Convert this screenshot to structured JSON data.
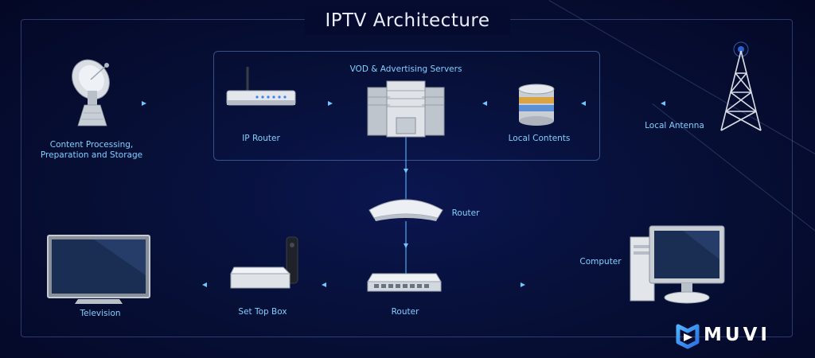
{
  "title": "IPTV Architecture",
  "nodes": {
    "content_processing": {
      "line1": "Content Processing,",
      "line2": "Preparation and Storage"
    },
    "ip_router": "IP Router",
    "vod_servers": "VOD & Advertising Servers",
    "local_contents": "Local Contents",
    "local_antenna": "Local Antenna",
    "router_top": "Router",
    "router_bottom": "Router",
    "set_top_box": "Set Top Box",
    "television": "Television",
    "computer": "Computer"
  },
  "logo": {
    "text": "MUVI"
  },
  "colors": {
    "accent": "#6fc8ff",
    "line": "#3a8fe0",
    "background": "#071038"
  }
}
